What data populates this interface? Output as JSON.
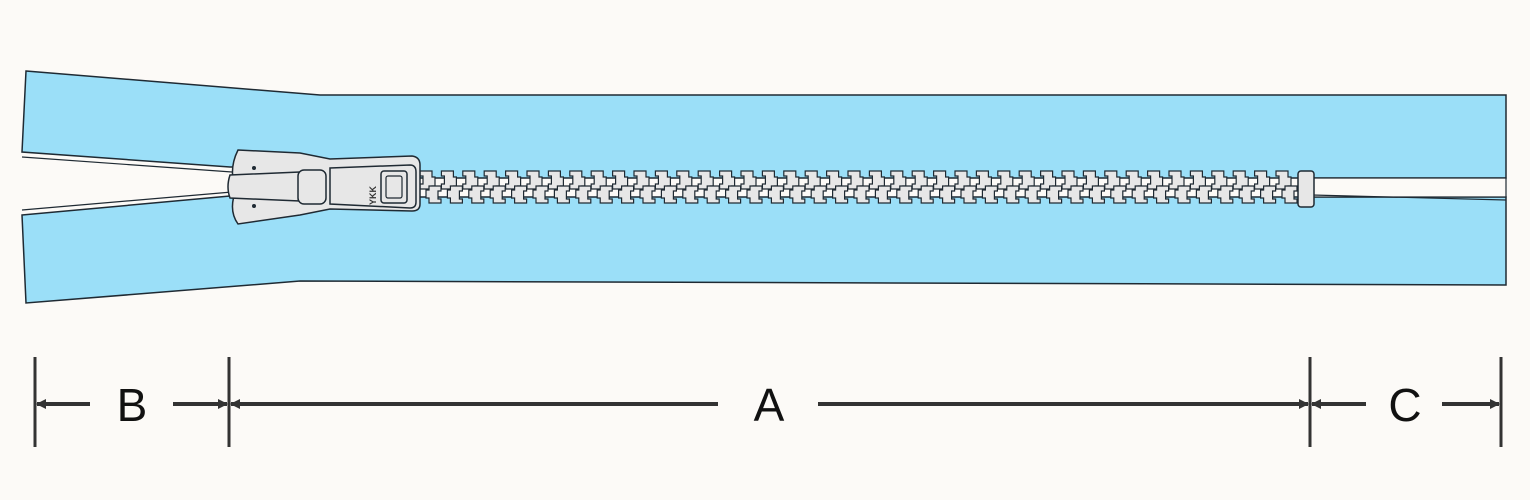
{
  "diagram": {
    "brand_text": "YKK",
    "colors": {
      "tape": "#9bdff8",
      "outline": "#1f2a33",
      "metal": "#e7e7e7",
      "dimension": "#333333",
      "background": "#fcfaf7"
    },
    "dimensions": [
      {
        "id": "B",
        "label": "B"
      },
      {
        "id": "A",
        "label": "A"
      },
      {
        "id": "C",
        "label": "C"
      }
    ],
    "icons": {
      "slider": "zipper-slider-icon",
      "teeth": "zipper-teeth-icon",
      "stop": "top-stop-icon"
    }
  }
}
